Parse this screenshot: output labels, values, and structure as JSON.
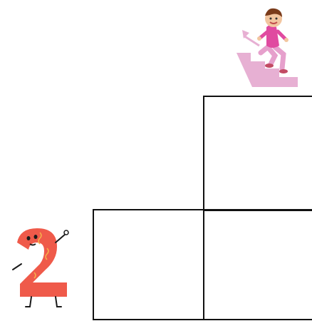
{
  "illustrations": {
    "climber_icon": "person-climbing-stairs-icon",
    "number_icon": "number-two-character-icon"
  },
  "grid": {
    "cells": [
      "top",
      "bottom-left",
      "bottom-right"
    ]
  },
  "colors": {
    "grid_line": "#111111",
    "stairs": "#e7b0d3",
    "shirt": "#e04aa0",
    "pants": "#e6a0cc",
    "number_fill": "#ef5a4a",
    "number_accent": "#f6b04b"
  }
}
